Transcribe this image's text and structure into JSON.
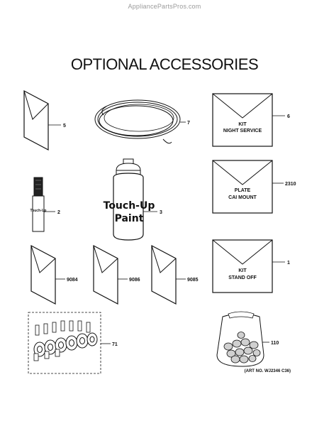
{
  "watermark": "AppliancePartsPros.com",
  "title": "OPTIONAL ACCESSORIES",
  "parts": {
    "envelope_5": "5",
    "tubing_7": "7",
    "kit_night_service": {
      "number": "6",
      "line1": "KIT",
      "line2": "NIGHT SERVICE"
    },
    "touchup_pen": {
      "number": "2",
      "label1": "Touch-Up",
      "label2": ""
    },
    "spray_can": {
      "number": "3",
      "label1": "Touch-Up",
      "label2": "Paint"
    },
    "plate_cai_mount": {
      "number": "2310",
      "line1": "PLATE",
      "line2": "CAI MOUNT"
    },
    "envelope_9084": "9084",
    "envelope_9086": "9086",
    "envelope_9085": "9085",
    "kit_stand_off": {
      "number": "1",
      "line1": "KIT",
      "line2": "STAND OFF"
    },
    "roller_set": "71",
    "bag_110": "110"
  },
  "art_number": "(ART NO. WJ2346 C36)"
}
